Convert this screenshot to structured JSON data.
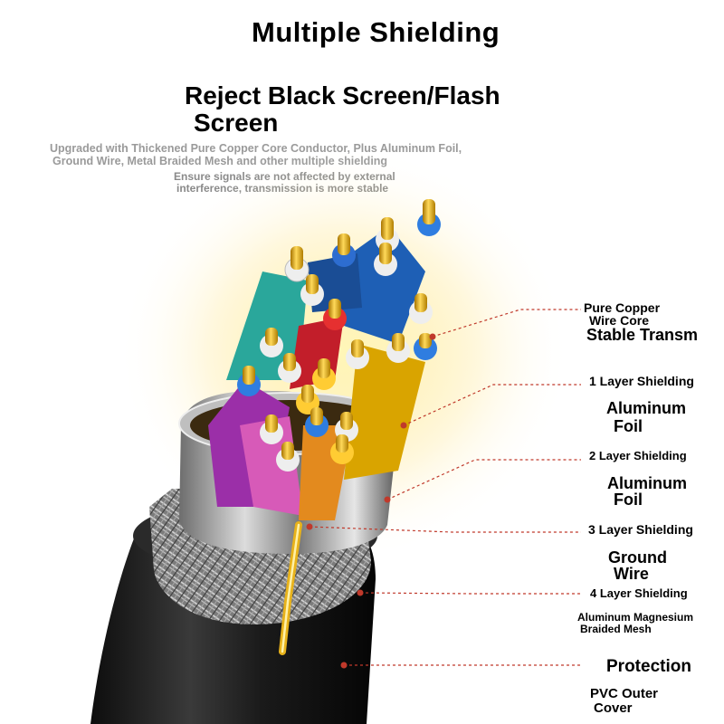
{
  "header": {
    "title": "Multiple Shielding",
    "subtitle_line1": "Reject Black Screen/Flash",
    "subtitle_line2": "Screen",
    "desc_line1": "Upgraded with Thickened Pure Copper Core Conductor, Plus Aluminum Foil,",
    "desc_line2": "Ground Wire, Metal Braided Mesh and other multiple shielding",
    "note_line1": "Ensure signals are not affected by external",
    "note_line2": "interference, transmission is more stable"
  },
  "layers": [
    {
      "title_line1": "Pure Copper",
      "title_line2": "Wire Core",
      "desc_line1": "Stable Transm",
      "desc_line2": ""
    },
    {
      "title_line1": "1 Layer Shielding",
      "title_line2": "",
      "desc_line1": "Aluminum",
      "desc_line2": "Foil"
    },
    {
      "title_line1": "2 Layer Shielding",
      "title_line2": "",
      "desc_line1": "Aluminum",
      "desc_line2": "Foil"
    },
    {
      "title_line1": "3 Layer Shielding",
      "title_line2": "",
      "desc_line1": "Ground",
      "desc_line2": "Wire"
    },
    {
      "title_line1": "4 Layer Shielding",
      "title_line2": "",
      "desc_line1": "Aluminum Magnesium",
      "desc_line2": "Braided Mesh"
    },
    {
      "title_line1": "Protection",
      "title_line2": "",
      "desc_line1": "PVC Outer",
      "desc_line2": "Cover"
    }
  ],
  "colors": {
    "leader": "#c0392b",
    "gold": "#e8b21a",
    "jacket": "#1c1c1c"
  }
}
